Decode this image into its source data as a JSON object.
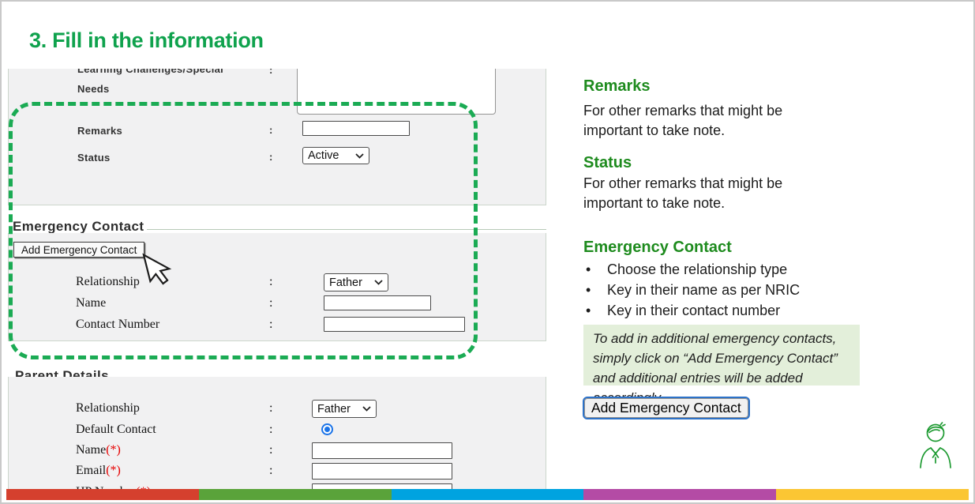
{
  "slide": {
    "title": "3. Fill in the information"
  },
  "form": {
    "colon": ":",
    "section1": {
      "learning_line1": "Learning Challenges/Special",
      "learning_line2": "Needs",
      "remarks_label": "Remarks",
      "status_label": "Status",
      "status_value": "Active"
    },
    "emergency": {
      "heading": "Emergency Contact",
      "add_button_label": "Add Emergency Contact",
      "relationship_label": "Relationship",
      "relationship_value": "Father",
      "name_label": "Name",
      "contact_label": "Contact Number"
    },
    "parent": {
      "heading": "Parent Details",
      "relationship_label": "Relationship",
      "relationship_value": "Father",
      "default_label": "Default Contact",
      "name_label": "Name",
      "email_label": "Email",
      "hp_label": "HP Number",
      "req": "(*)"
    }
  },
  "notes": {
    "remarks_heading": "Remarks",
    "remarks_body": "For other remarks that might be important to take note.",
    "status_heading": "Status",
    "status_body": "For other remarks that might be important to take note.",
    "emergency_heading": "Emergency Contact",
    "bullets": [
      "Choose the relationship type",
      "Key in their name as per NRIC",
      "Key in their contact number"
    ],
    "tip": "To add in additional emergency contacts, simply click on “Add Emergency Contact” and additional entries will be added accordingly.",
    "add_button_label": "Add Emergency Contact"
  },
  "colors": {
    "title_green": "#0fa24d",
    "heading_green": "#1e8b1e",
    "dashed_green": "#1bab54",
    "tip_bg": "#e3efda",
    "focus_blue": "#2d72c8",
    "radio_blue": "#1a73e8",
    "logo_green": "#1d9a31",
    "bar": [
      "#d5402e",
      "#5aa33a",
      "#00a3e0",
      "#b44ba5",
      "#fbc633"
    ]
  }
}
